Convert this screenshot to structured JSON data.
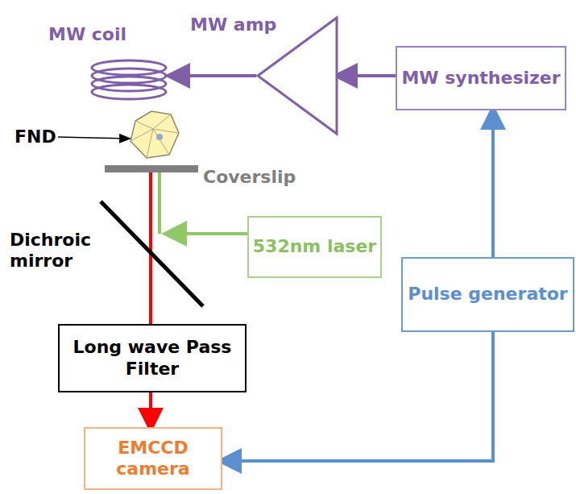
{
  "diagram": {
    "nodes": [
      {
        "text": [
          "MW amp"
        ]
      },
      {
        "text": [
          "MW synthesizer"
        ]
      },
      {
        "text": [
          "532nm laser"
        ]
      },
      {
        "text": [
          "Pulse generator"
        ]
      },
      {
        "text": [
          "Long wave Pass Filter"
        ]
      },
      {
        "text": [
          "EMCCD camera"
        ]
      }
    ],
    "edges": [
      {
        "from": 1,
        "to": 0,
        "arrow": "to"
      },
      {
        "from": 3,
        "to": 1,
        "arrow": "to"
      },
      {
        "from": 3,
        "to": 5,
        "arrow": "to"
      },
      {
        "from": 4,
        "to": 5,
        "arrow": "to"
      }
    ],
    "labels": [
      "MW coil",
      "FND",
      "Coverslip",
      "Dichroic mirror"
    ]
  }
}
